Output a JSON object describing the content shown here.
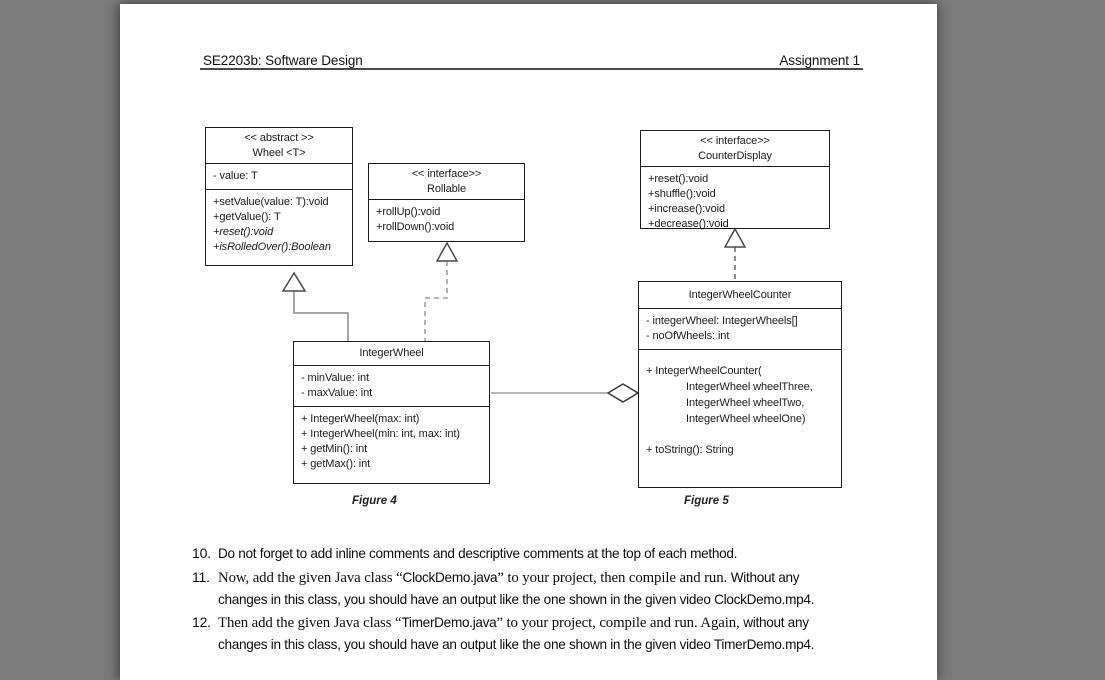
{
  "colors": {
    "background": "#7b7b7b",
    "page": "#ffffff",
    "ink": "#1c1c1c",
    "connector": "#8a8a8a"
  },
  "header": {
    "left": "SE2203b: Software Design",
    "right": "Assignment 1"
  },
  "diagram": {
    "classes": [
      {
        "id": "wheel",
        "stereotype": "<< abstract >>",
        "name": "Wheel <T>",
        "attributes": [
          "- value: T"
        ],
        "methods": [
          {
            "t": "+setValue(value: T):void"
          },
          {
            "t": "+getValue(): T"
          },
          {
            "t": "+reset():void",
            "italic": true
          },
          {
            "t": "+isRolledOver():Boolean",
            "italic": true
          }
        ]
      },
      {
        "id": "rollable",
        "stereotype": "<< interface>>",
        "name": "Rollable",
        "attributes": null,
        "methods": [
          {
            "t": "+rollUp():void"
          },
          {
            "t": "+rollDown():void"
          }
        ]
      },
      {
        "id": "counterdisp",
        "stereotype": "<< interface>>",
        "name": "CounterDisplay",
        "attributes": null,
        "methods": [
          {
            "t": "+reset():void"
          },
          {
            "t": "+shuffle():void"
          },
          {
            "t": "+increase():void"
          },
          {
            "t": "+decrease():void"
          }
        ]
      },
      {
        "id": "integerwheel",
        "stereotype": null,
        "name": "IntegerWheel",
        "attributes": [
          "- minValue: int",
          "- maxValue: int"
        ],
        "methods": [
          {
            "t": "+ IntegerWheel(max: int)"
          },
          {
            "t": "+ IntegerWheel(min: int, max: int)"
          },
          {
            "t": "+ getMin(): int"
          },
          {
            "t": "+ getMax(): int"
          }
        ]
      },
      {
        "id": "iwcounter",
        "stereotype": null,
        "name": "IntegerWheelCounter",
        "attributes": [
          "- integerWheel: IntegerWheels[]",
          "- noOfWheels: int"
        ],
        "methods": [
          {
            "t": "+ IntegerWheelCounter("
          },
          {
            "t": "IntegerWheel wheelThree,",
            "indent": true
          },
          {
            "t": "IntegerWheel wheelTwo,",
            "indent": true
          },
          {
            "t": "IntegerWheel wheelOne)",
            "indent": true
          },
          {
            "t": "+ toString(): String",
            "gap": true
          }
        ]
      }
    ],
    "figures": [
      {
        "label": "Figure 4"
      },
      {
        "label": "Figure 5"
      }
    ],
    "relationships": [
      "IntegerWheel --|> Wheel (generalization, solid hollow triangle)",
      "IntegerWheel ..|> Rollable (realization, dashed hollow triangle)",
      "IntegerWheelCounter ..|> CounterDisplay (realization, dashed hollow triangle)",
      "IntegerWheelCounter o-- IntegerWheel (aggregation, hollow diamond)"
    ]
  },
  "list": [
    {
      "number": "10.",
      "segments": [
        {
          "t": "Do not forget to add inline comments and descriptive comments at the top of each method.",
          "f": "sans"
        }
      ]
    },
    {
      "number": "11.",
      "segments": [
        {
          "t": "Now, add the given Java class “",
          "f": "serif"
        },
        {
          "t": "ClockDemo.java",
          "f": "sans"
        },
        {
          "t": "” to your project, then compile and run. ",
          "f": "serif"
        },
        {
          "t": "Without any",
          "f": "sans",
          "br": true
        },
        {
          "t": "changes in this class, you should have an output like the one shown in the given video ClockDemo.mp4.",
          "f": "sans"
        }
      ]
    },
    {
      "number": "12.",
      "segments": [
        {
          "t": "Then add the given Java class “",
          "f": "serif"
        },
        {
          "t": "TimerDemo.java",
          "f": "sans"
        },
        {
          "t": "” to your project, compile and run. Again, ",
          "f": "serif"
        },
        {
          "t": "without any",
          "f": "sans",
          "br": true
        },
        {
          "t": "changes in this class, you should have an output like the one shown in the given video TimerDemo.mp4.",
          "f": "sans"
        }
      ]
    }
  ]
}
